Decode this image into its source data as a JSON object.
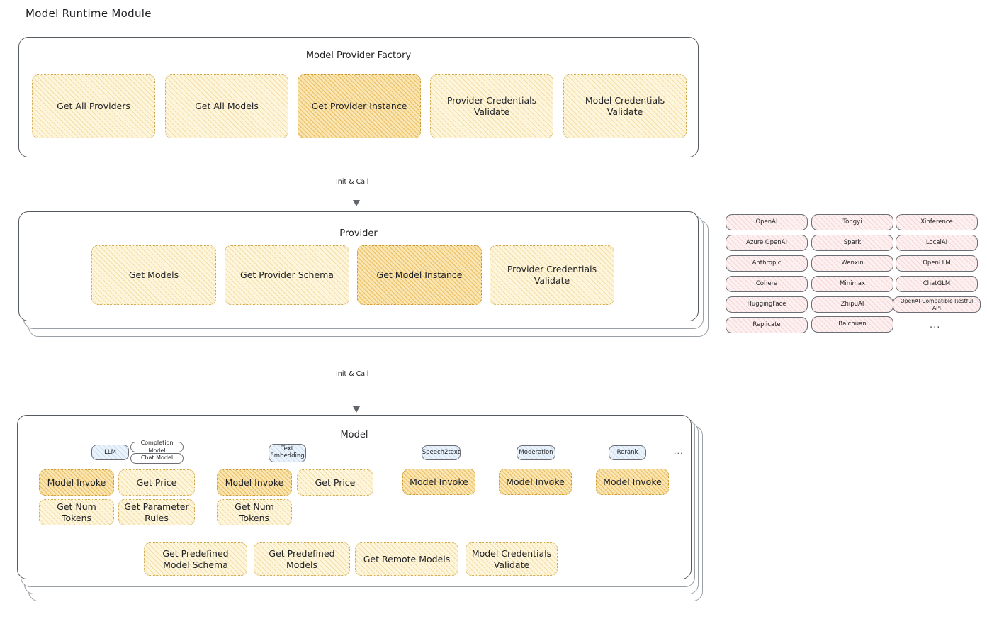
{
  "page": {
    "title": "Model Runtime Module"
  },
  "connectors": [
    {
      "label": "Init & Call"
    },
    {
      "label": "Init & Call"
    }
  ],
  "factory": {
    "title": "Model Provider Factory",
    "nodes": [
      {
        "label": "Get All Providers",
        "emphasis": "light"
      },
      {
        "label": "Get All Models",
        "emphasis": "light"
      },
      {
        "label": "Get Provider Instance",
        "emphasis": "strong"
      },
      {
        "label": "Provider Credentials Validate",
        "emphasis": "light"
      },
      {
        "label": "Model Credentials Validate",
        "emphasis": "light"
      }
    ]
  },
  "provider": {
    "title": "Provider",
    "nodes": [
      {
        "label": "Get Models",
        "emphasis": "light"
      },
      {
        "label": "Get Provider Schema",
        "emphasis": "light"
      },
      {
        "label": "Get Model Instance",
        "emphasis": "strong"
      },
      {
        "label": "Provider Credentials Validate",
        "emphasis": "light"
      }
    ]
  },
  "provider_list": {
    "columns": [
      [
        "OpenAI",
        "Azure OpenAI",
        "Anthropic",
        "Cohere",
        "HuggingFace",
        "Replicate"
      ],
      [
        "Tongyi",
        "Spark",
        "Wenxin",
        "Minimax",
        "ZhipuAI",
        "Baichuan"
      ],
      [
        "Xinference",
        "LocalAI",
        "OpenLLM",
        "ChatGLM",
        "OpenAI-Compatible Restful API"
      ]
    ],
    "more": "..."
  },
  "model": {
    "title": "Model",
    "more": "...",
    "groups": [
      {
        "type": "LLM",
        "subtypes": [
          "Completion Model",
          "Chat Model"
        ],
        "nodes": [
          {
            "label": "Model Invoke",
            "emphasis": "strong"
          },
          {
            "label": "Get Price",
            "emphasis": "light"
          },
          {
            "label": "Get Num Tokens",
            "emphasis": "light"
          },
          {
            "label": "Get Parameter Rules",
            "emphasis": "light"
          }
        ]
      },
      {
        "type": "Text Embedding",
        "subtypes": [],
        "nodes": [
          {
            "label": "Model Invoke",
            "emphasis": "strong"
          },
          {
            "label": "Get Price",
            "emphasis": "light"
          },
          {
            "label": "Get Num Tokens",
            "emphasis": "light"
          }
        ]
      },
      {
        "type": "Speech2text",
        "subtypes": [],
        "nodes": [
          {
            "label": "Model Invoke",
            "emphasis": "strong"
          }
        ]
      },
      {
        "type": "Moderation",
        "subtypes": [],
        "nodes": [
          {
            "label": "Model Invoke",
            "emphasis": "strong"
          }
        ]
      },
      {
        "type": "Rerank",
        "subtypes": [],
        "nodes": [
          {
            "label": "Model Invoke",
            "emphasis": "strong"
          }
        ]
      }
    ],
    "common_nodes": [
      {
        "label": "Get Predefined Model Schema",
        "emphasis": "light"
      },
      {
        "label": "Get Predefined Models",
        "emphasis": "light"
      },
      {
        "label": "Get Remote Models",
        "emphasis": "light"
      },
      {
        "label": "Model Credentials Validate",
        "emphasis": "light"
      }
    ]
  },
  "colors": {
    "accent_light": "#fdf5dc",
    "accent_strong": "#fae6b5",
    "provider_pill": "#fdf0f0",
    "model_type_pill": "#eaf2fb",
    "stroke": "#555a60"
  }
}
